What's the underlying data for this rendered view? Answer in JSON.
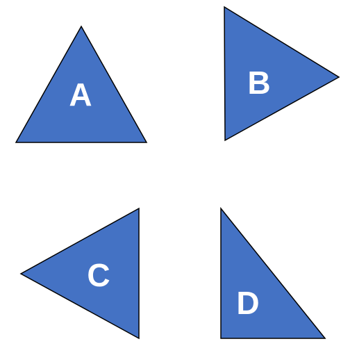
{
  "colors": {
    "shape_fill": "#4472C4",
    "shape_stroke": "#000000",
    "label_color": "#FFFFFF"
  },
  "shapes": [
    {
      "id": "a",
      "kind": "triangle",
      "orientation": "pointing-up",
      "label": "A"
    },
    {
      "id": "b",
      "kind": "triangle",
      "orientation": "pointing-right",
      "label": "B"
    },
    {
      "id": "c",
      "kind": "triangle",
      "orientation": "pointing-left",
      "label": "C"
    },
    {
      "id": "d",
      "kind": "right-triangle",
      "orientation": "right-angle-bottom-left",
      "label": "D"
    }
  ]
}
